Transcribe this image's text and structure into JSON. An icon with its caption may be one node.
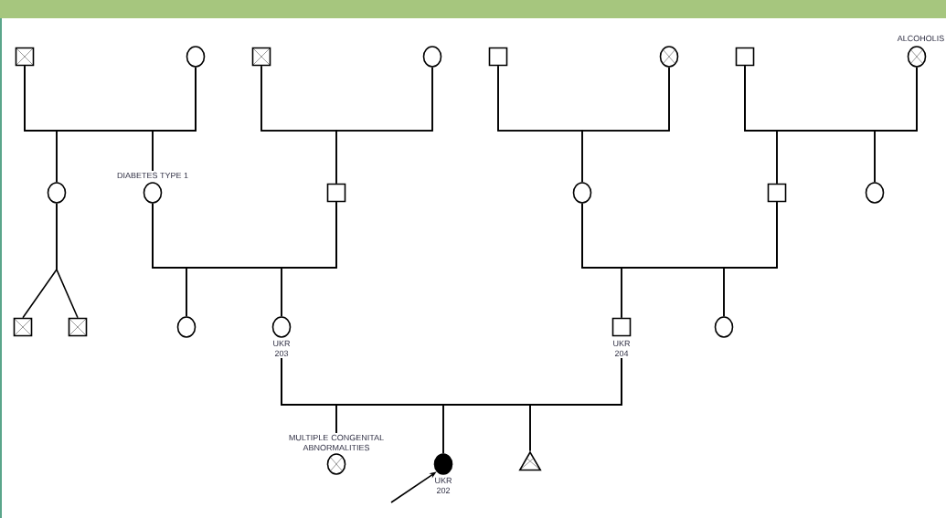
{
  "diagram": {
    "nodes": [
      {
        "text": [],
        "shape": "box"
      },
      {
        "text": [],
        "shape": "circle"
      },
      {
        "text": [],
        "shape": "box"
      },
      {
        "text": [],
        "shape": "circle"
      },
      {
        "text": [],
        "shape": "box"
      },
      {
        "text": [],
        "shape": "circle"
      },
      {
        "text": [],
        "shape": "box"
      },
      {
        "text": [],
        "shape": "circle",
        "beside": [
          "ALCOHOLIS"
        ]
      },
      {
        "text": [],
        "shape": "circle"
      },
      {
        "text": [],
        "shape": "circle",
        "beside": [
          "DIABETES TYPE 1"
        ]
      },
      {
        "text": [],
        "shape": "box"
      },
      {
        "text": [],
        "shape": "circle"
      },
      {
        "text": [],
        "shape": "box"
      },
      {
        "text": [],
        "shape": "circle"
      },
      {
        "text": [],
        "shape": "box"
      },
      {
        "text": [],
        "shape": "box"
      },
      {
        "text": [],
        "shape": "circle"
      },
      {
        "text": [],
        "shape": "circle",
        "beside": [
          "UKR 203"
        ]
      },
      {
        "text": [],
        "shape": "box",
        "beside": [
          "UKR 204"
        ]
      },
      {
        "text": [],
        "shape": "circle"
      },
      {
        "text": [],
        "shape": "circle",
        "beside": [
          "MULTIPLE CONGENITAL ABNORMALITIES"
        ]
      },
      {
        "text": [],
        "shape": "circle",
        "beside": [
          "UKR 202"
        ]
      },
      {
        "text": [],
        "shape": "triangle"
      }
    ],
    "edges": [
      {
        "from": 0,
        "to": 1,
        "arrow": "none"
      },
      {
        "from": 2,
        "to": 3,
        "arrow": "none"
      },
      {
        "from": 4,
        "to": 5,
        "arrow": "none"
      },
      {
        "from": 6,
        "to": 7,
        "arrow": "none"
      },
      {
        "from": 0,
        "to": 8,
        "arrow": "none"
      },
      {
        "from": 1,
        "to": 8,
        "arrow": "none"
      },
      {
        "from": 0,
        "to": 9,
        "arrow": "none"
      },
      {
        "from": 1,
        "to": 9,
        "arrow": "none"
      },
      {
        "from": 2,
        "to": 10,
        "arrow": "none"
      },
      {
        "from": 3,
        "to": 10,
        "arrow": "none"
      },
      {
        "from": 4,
        "to": 11,
        "arrow": "none"
      },
      {
        "from": 5,
        "to": 11,
        "arrow": "none"
      },
      {
        "from": 6,
        "to": 12,
        "arrow": "none"
      },
      {
        "from": 7,
        "to": 12,
        "arrow": "none"
      },
      {
        "from": 6,
        "to": 13,
        "arrow": "none"
      },
      {
        "from": 7,
        "to": 13,
        "arrow": "none"
      },
      {
        "from": 8,
        "to": 14,
        "arrow": "none"
      },
      {
        "from": 8,
        "to": 15,
        "arrow": "none"
      },
      {
        "from": 9,
        "to": 10,
        "arrow": "none"
      },
      {
        "from": 11,
        "to": 12,
        "arrow": "none"
      },
      {
        "from": 9,
        "to": 16,
        "arrow": "none"
      },
      {
        "from": 10,
        "to": 16,
        "arrow": "none"
      },
      {
        "from": 9,
        "to": 17,
        "arrow": "none"
      },
      {
        "from": 10,
        "to": 17,
        "arrow": "none"
      },
      {
        "from": 11,
        "to": 18,
        "arrow": "none"
      },
      {
        "from": 12,
        "to": 18,
        "arrow": "none"
      },
      {
        "from": 11,
        "to": 19,
        "arrow": "none"
      },
      {
        "from": 12,
        "to": 19,
        "arrow": "none"
      },
      {
        "from": 17,
        "to": 18,
        "arrow": "none"
      },
      {
        "from": 17,
        "to": 20,
        "arrow": "none"
      },
      {
        "from": 18,
        "to": 20,
        "arrow": "none"
      },
      {
        "from": 17,
        "to": 21,
        "arrow": "none"
      },
      {
        "from": 18,
        "to": 21,
        "arrow": "none"
      },
      {
        "from": 17,
        "to": 22,
        "arrow": "none"
      },
      {
        "from": 18,
        "to": 22,
        "arrow": "none"
      },
      {
        "from": null,
        "to": 21,
        "arrow": "to"
      }
    ]
  }
}
